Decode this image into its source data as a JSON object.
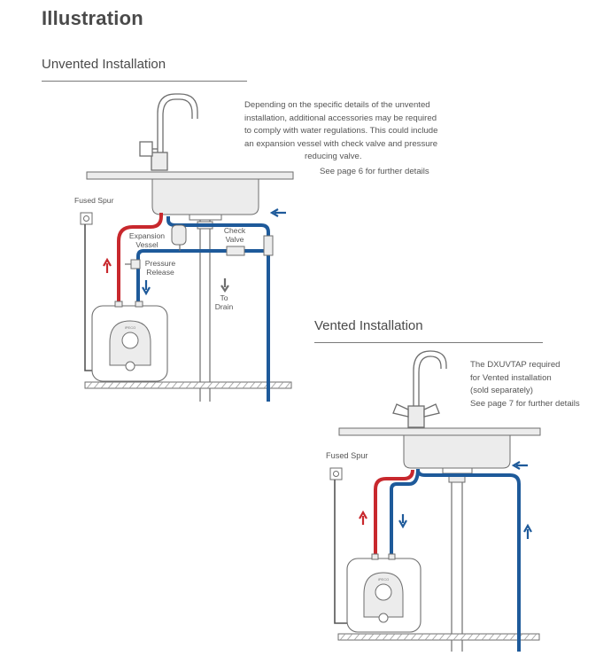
{
  "page": {
    "title": "Illustration"
  },
  "unvented": {
    "heading": "Unvented Installation",
    "note_lines": [
      "Depending on the specific details of the unvented",
      "installation, additional accessories may be required",
      "to comply with water regulations. This could include",
      "an expansion vessel with check valve and pressure",
      "reducing valve."
    ],
    "page_ref": "See page 6 for further details",
    "labels": {
      "fused_spur": "Fused Spur",
      "expansion_vessel_1": "Expansion",
      "expansion_vessel_2": "Vessel",
      "check_valve_1": "Check",
      "check_valve_2": "Valve",
      "pressure_release_1": "Pressure",
      "pressure_release_2": "Release",
      "to_drain_1": "To",
      "to_drain_2": "Drain"
    },
    "heater_brand": "IPECO"
  },
  "vented": {
    "heading": "Vented Installation",
    "note_lines": [
      "The DXUVTAP required",
      "for Vented installation",
      "(sold separately)",
      "See page 7 for further details"
    ],
    "labels": {
      "fused_spur": "Fused Spur"
    },
    "heater_brand": "IPECO"
  },
  "colors": {
    "hot": "#c8282d",
    "cold": "#1e5a9a",
    "line": "#6e6e6e",
    "fill": "#ececec"
  }
}
